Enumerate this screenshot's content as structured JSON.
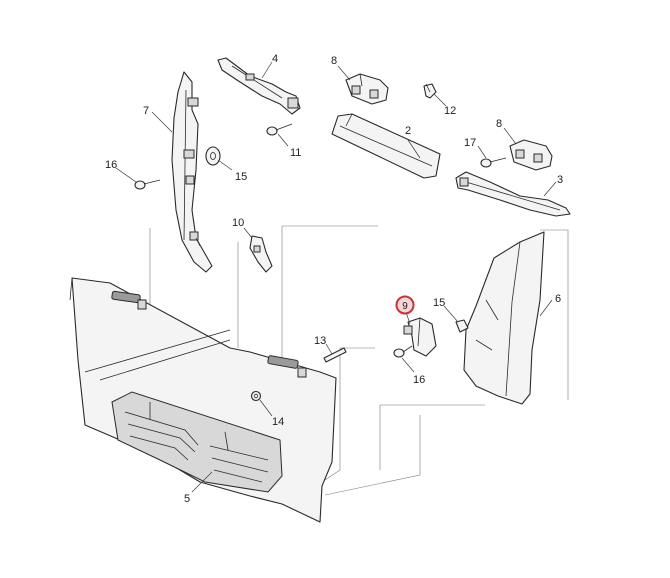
{
  "callouts": {
    "c2": "2",
    "c3": "3",
    "c4": "4",
    "c5": "5",
    "c6": "6",
    "c7": "7",
    "c8a": "8",
    "c8b": "8",
    "c9": "9",
    "c10": "10",
    "c11": "11",
    "c12": "12",
    "c13": "13",
    "c14": "14",
    "c15a": "15",
    "c15b": "15",
    "c16a": "16",
    "c16b": "16",
    "c17": "17"
  },
  "highlight": {
    "selected_part": "9",
    "ring_color": "#c8323a"
  }
}
